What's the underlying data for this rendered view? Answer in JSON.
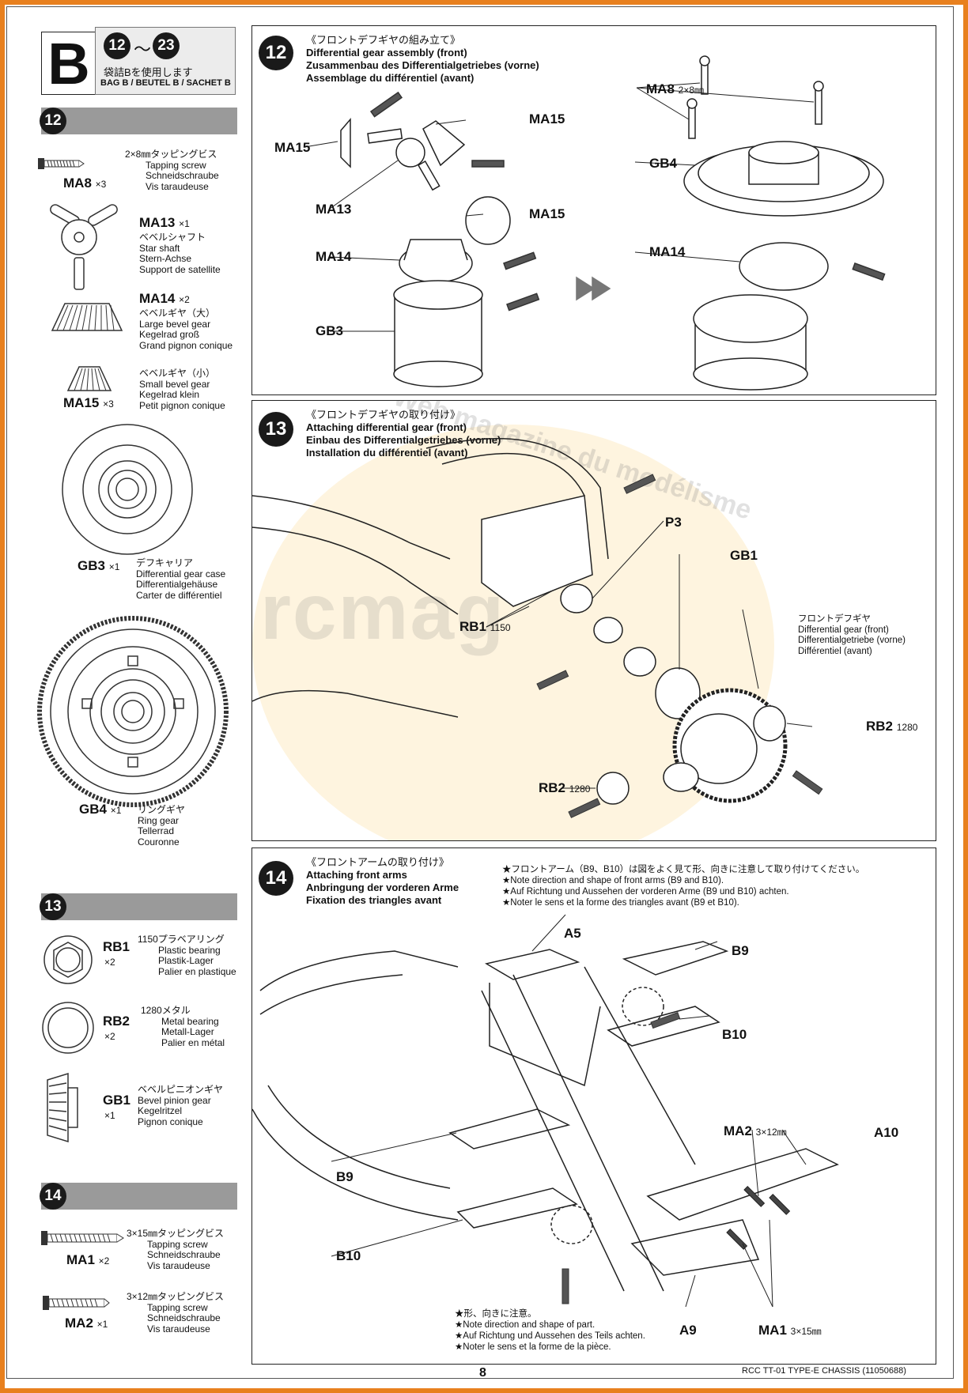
{
  "header": {
    "bag_letter": "B",
    "step_from": "12",
    "step_to": "23",
    "tilde": "～",
    "bag_jp": "袋詰Bを使用します",
    "bag_multi": "BAG B / BEUTEL B / SACHET B"
  },
  "sidebar": {
    "s12": {
      "step": "12",
      "parts": [
        {
          "code": "MA8",
          "qty": "×3",
          "size": "2×8㎜",
          "jp": "タッピングビス",
          "en": "Tapping screw",
          "de": "Schneidschraube",
          "fr": "Vis taraudeuse"
        },
        {
          "code": "MA13",
          "qty": "×1",
          "jp": "ベベルシャフト",
          "en": "Star shaft",
          "de": "Stern-Achse",
          "fr": "Support de satellite"
        },
        {
          "code": "MA14",
          "qty": "×2",
          "jp": "ベベルギヤ（大）",
          "en": "Large bevel gear",
          "de": "Kegelrad groß",
          "fr": "Grand pignon conique"
        },
        {
          "code": "MA15",
          "qty": "×3",
          "jp": "ベベルギヤ（小）",
          "en": "Small bevel gear",
          "de": "Kegelrad klein",
          "fr": "Petit pignon conique"
        },
        {
          "code": "GB3",
          "qty": "×1",
          "jp": "デフキャリア",
          "en": "Differential gear case",
          "de": "Differentialgehäuse",
          "fr": "Carter de différentiel"
        },
        {
          "code": "GB4",
          "qty": "×1",
          "jp": "リングギヤ",
          "en": "Ring gear",
          "de": "Tellerrad",
          "fr": "Couronne"
        }
      ]
    },
    "s13": {
      "step": "13",
      "parts": [
        {
          "code": "RB1",
          "qty": "×2",
          "jp": "1150プラベアリング",
          "en": "Plastic bearing",
          "de": "Plastik-Lager",
          "fr": "Palier en plastique"
        },
        {
          "code": "RB2",
          "qty": "×2",
          "jp": "1280メタル",
          "en": "Metal bearing",
          "de": "Metall-Lager",
          "fr": "Palier en métal"
        },
        {
          "code": "GB1",
          "qty": "×1",
          "jp": "ベベルピニオンギヤ",
          "en": "Bevel pinion gear",
          "de": "Kegelritzel",
          "fr": "Pignon conique"
        }
      ]
    },
    "s14": {
      "step": "14",
      "parts": [
        {
          "code": "MA1",
          "qty": "×2",
          "size": "3×15㎜",
          "jp": "タッピングビス",
          "en": "Tapping screw",
          "de": "Schneidschraube",
          "fr": "Vis taraudeuse"
        },
        {
          "code": "MA2",
          "qty": "×1",
          "size": "3×12㎜",
          "jp": "タッピングビス",
          "en": "Tapping screw",
          "de": "Schneidschraube",
          "fr": "Vis taraudeuse"
        }
      ]
    }
  },
  "panel12": {
    "step": "12",
    "jp": "《フロントデフギヤの組み立て》",
    "en": "Differential gear assembly (front)",
    "de": "Zusammenbau des Differentialgetriebes (vorne)",
    "fr": "Assemblage du différentiel (avant)",
    "labels": {
      "ma15_a": "MA15",
      "ma15_b": "MA15",
      "ma15_c": "MA15",
      "ma13": "MA13",
      "ma14": "MA14",
      "gb3": "GB3",
      "ma8": "MA8",
      "ma8_size": "2×8㎜",
      "gb4": "GB4",
      "ma14_r": "MA14"
    }
  },
  "panel13": {
    "step": "13",
    "jp": "《フロントデフギヤの取り付け》",
    "en": "Attaching differential gear (front)",
    "de": "Einbau des Differentialgetriebes (vorne)",
    "fr": "Installation du différentiel (avant)",
    "labels": {
      "p3": "P3",
      "gb1": "GB1",
      "rb1": "RB1",
      "rb1_size": "1150",
      "rb2_a": "RB2",
      "rb2_a_size": "1280",
      "rb2_b": "RB2",
      "rb2_b_size": "1280"
    },
    "diff_callout": {
      "jp": "フロントデフギヤ",
      "en": "Differential gear (front)",
      "de": "Differentialgetriebe (vorne)",
      "fr": "Différentiel (avant)"
    }
  },
  "panel14": {
    "step": "14",
    "jp": "《フロントアームの取り付け》",
    "en": "Attaching front arms",
    "de": "Anbringung der vorderen Arme",
    "fr": "Fixation des triangles avant",
    "notes": [
      "★フロントアーム（B9、B10）は図をよく見て形、向きに注意して取り付けてください。",
      "★Note direction and shape of front arms (B9 and B10).",
      "★Auf Richtung und Aussehen der vorderen Arme (B9 und B10) achten.",
      "★Noter le sens et la forme des triangles avant (B9 et B10)."
    ],
    "labels": {
      "a5": "A5",
      "b9_r": "B9",
      "b10_r": "B10",
      "ma2": "MA2",
      "ma2_size": "3×12㎜",
      "a10": "A10",
      "b9_l": "B9",
      "b10_l": "B10",
      "a9": "A9",
      "ma1": "MA1",
      "ma1_size": "3×15㎜"
    },
    "bottom_notes": [
      "★形、向きに注意。",
      "★Note direction and shape of part.",
      "★Auf Richtung und Aussehen des Teils achten.",
      "★Noter le sens et la forme de la pièce."
    ]
  },
  "watermark": {
    "text": "rcmag",
    "arc": "Le Web magazine du modélisme"
  },
  "footer": {
    "page": "8",
    "doc": "RCC TT-01 TYPE-E CHASSIS (11050688)"
  }
}
